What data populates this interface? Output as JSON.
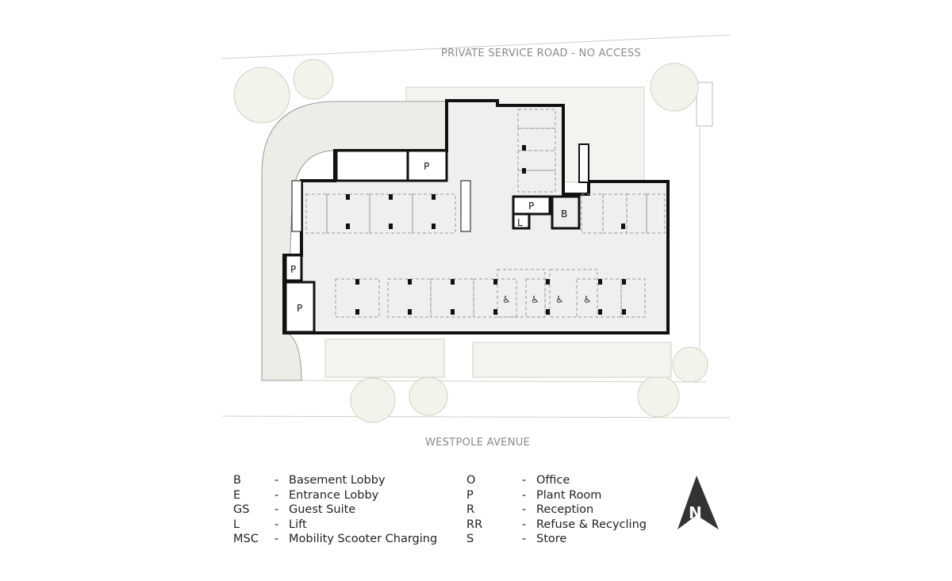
{
  "roads": {
    "north": "PRIVATE SERVICE ROAD - NO ACCESS",
    "south": "WESTPOLE AVENUE"
  },
  "room_labels": {
    "plant": "P",
    "basement_lobby": "B",
    "lift": "L"
  },
  "legend": {
    "left": [
      {
        "code": "B",
        "label": "Basement Lobby"
      },
      {
        "code": "E",
        "label": "Entrance Lobby"
      },
      {
        "code": "GS",
        "label": "Guest Suite"
      },
      {
        "code": "L",
        "label": "Lift"
      },
      {
        "code": "MSC",
        "label": "Mobility Scooter Charging"
      }
    ],
    "right": [
      {
        "code": "O",
        "label": "Office"
      },
      {
        "code": "P",
        "label": "Plant Room"
      },
      {
        "code": "R",
        "label": "Reception"
      },
      {
        "code": "RR",
        "label": "Refuse & Recycling"
      },
      {
        "code": "S",
        "label": "Store"
      }
    ],
    "separator": "-"
  },
  "north_arrow": {
    "letter": "N"
  },
  "colors": {
    "wall": "#111111",
    "floor": "#efefef",
    "site": "#eaede3",
    "site_line": "#c9cfc0",
    "text": "#222222"
  }
}
